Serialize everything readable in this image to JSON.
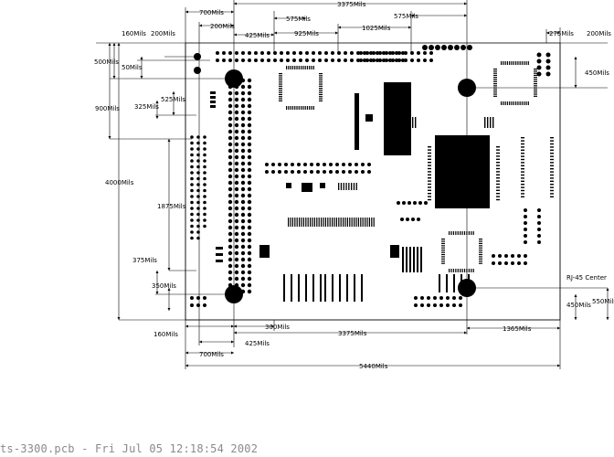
{
  "dimensions": {
    "top_3375": "3375Mils",
    "top_700": "700Mils",
    "top_200_a": "200Mils",
    "top_160": "160Mils",
    "top_200_b": "200Mils",
    "top_575_a": "575Mils",
    "top_425": "425Mils",
    "top_925": "925Mils",
    "top_1025": "1025Mils",
    "top_575_b": "575Mils",
    "top_275": "275Mils",
    "top_200_c": "200Mils",
    "left_500": "500Mils",
    "left_50": "50Mils",
    "left_900": "900Mils",
    "left_525": "525Mils",
    "left_325": "325Mils",
    "left_4000": "4000Mils",
    "left_1875": "1875Mils",
    "left_375": "375Mils",
    "left_350": "350Mils",
    "right_450_top": "450Mils",
    "rj45": "RJ-45 Center",
    "right_550": "550Mils",
    "right_450_bot": "450Mils",
    "bot_160": "160Mils",
    "bot_300": "300Mils",
    "bot_3375": "3375Mils",
    "bot_1365": "1365Mils",
    "bot_700": "700Mils",
    "bot_425": "425Mils",
    "bot_5440": "5440Mils"
  },
  "footer": "ts-3300.pcb - Fri Jul 05 12:18:54 2002"
}
